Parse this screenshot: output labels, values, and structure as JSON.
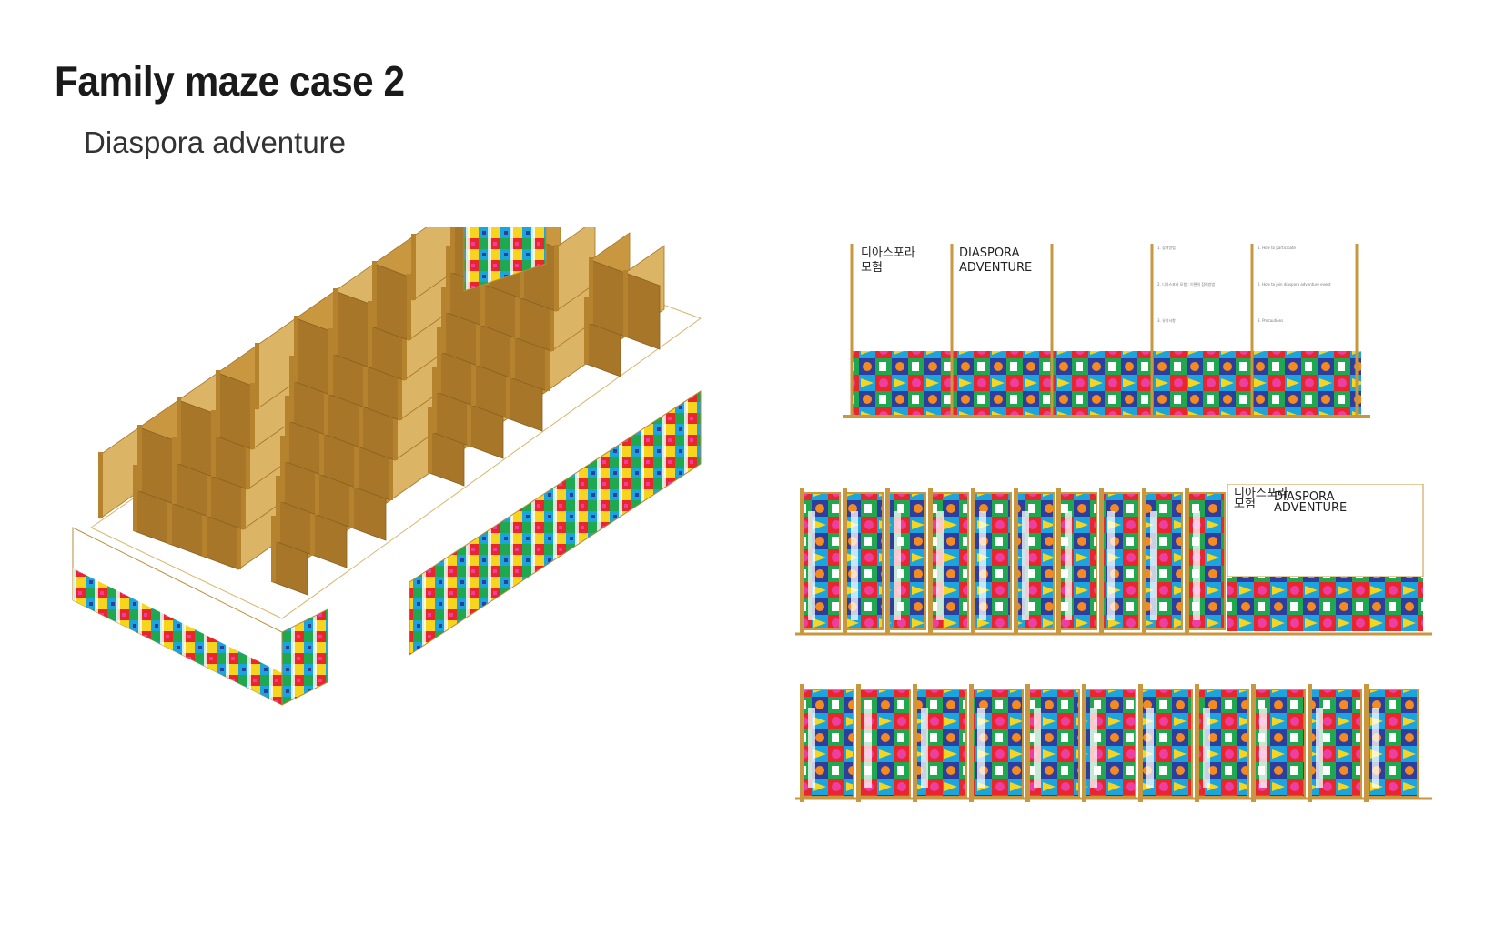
{
  "page": {
    "title": "Family maze case 2",
    "subtitle": "Diaspora adventure"
  },
  "front_elevation": {
    "panel_korean_line1": "디아스포라",
    "panel_korean_line2": "모험",
    "panel_english_line1": "DIASPORA",
    "panel_english_line2": "ADVENTURE",
    "info_korean": [
      "1. 참여방법",
      "2. 디아스포라 모험 : 이편의 참여방법",
      "3. 유의사항"
    ],
    "info_english": [
      "1. How to participate",
      "2. How to join diaspora adventure event",
      "3. Precautions"
    ]
  },
  "side_elevation": {
    "panel_korean_line1": "디아스포라",
    "panel_korean_line2": "모험",
    "panel_english_line1": "DIASPORA",
    "panel_english_line2": "ADVENTURE"
  },
  "colors": {
    "cardboard": "#c8973f",
    "cardboard_dark": "#a77628",
    "cardboard_light": "#dcb465",
    "pattern": [
      "#e8262b",
      "#f7d51e",
      "#1fa84f",
      "#2d3f9e",
      "#1ca4dc",
      "#ec3fa1",
      "#f58a1f",
      "#7b2b9a"
    ]
  },
  "icons": {
    "axonometric": "maze-axonometric-illustration",
    "front": "front-elevation-illustration",
    "side": "side-elevation-illustration"
  }
}
